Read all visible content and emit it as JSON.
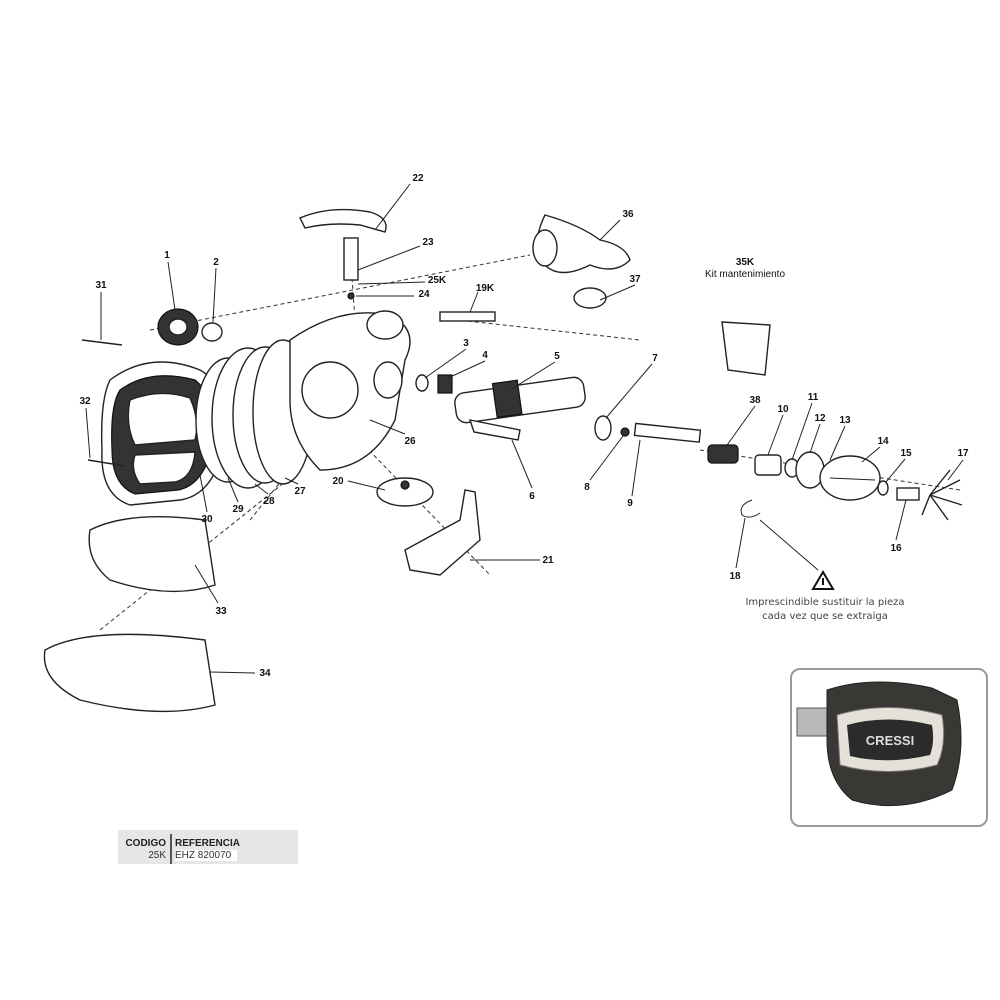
{
  "callouts": {
    "c1": "1",
    "c2": "2",
    "c3": "3",
    "c4": "4",
    "c5": "5",
    "c6": "6",
    "c7": "7",
    "c8": "8",
    "c9": "9",
    "c10": "10",
    "c11": "11",
    "c12": "12",
    "c13": "13",
    "c14": "14",
    "c15": "15",
    "c16": "16",
    "c17": "17",
    "c18": "18",
    "c19k": "19K",
    "c20": "20",
    "c21": "21",
    "c22": "22",
    "c23": "23",
    "c24": "24",
    "c25k": "25K",
    "c26": "26",
    "c27": "27",
    "c28": "28",
    "c29": "29",
    "c30": "30",
    "c31": "31",
    "c32": "32",
    "c33": "33",
    "c34": "34",
    "c35k": "35K",
    "c36": "36",
    "c37": "37",
    "c38": "38"
  },
  "kit_label": "Kit mantenimiento",
  "warning_note": {
    "line1": "Imprescindible sustituir la pieza",
    "line2": "cada vez que se extraiga"
  },
  "brand_logo": "CRESSI",
  "reference_table": {
    "header_code": "CODIGO",
    "header_ref": "REFERENCIA",
    "code": "25K",
    "reference": "EHZ 820070"
  }
}
